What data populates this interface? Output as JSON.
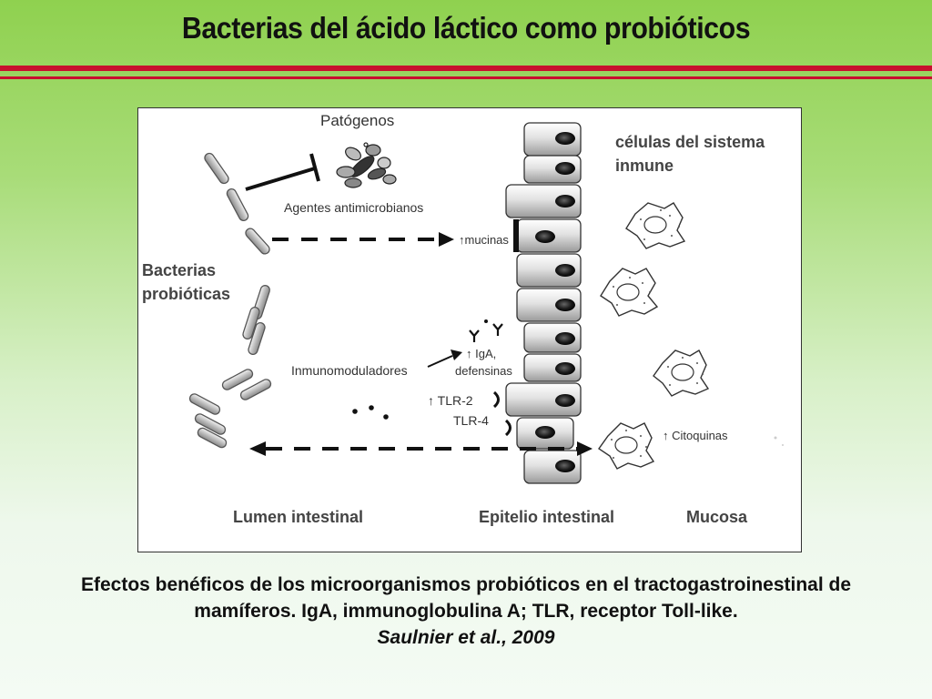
{
  "slide": {
    "title": "Bacterias del ácido láctico como probióticos",
    "accent_color": "#c8102e"
  },
  "figure": {
    "labels": {
      "pathogens": "Patógenos",
      "antimicrobial_agents": "Agentes antimicrobianos",
      "mucins": "↑mucinas",
      "probiotic_bacteria_line1": "Bacterias",
      "probiotic_bacteria_line2": "probióticas",
      "immune_cells_line1": "células del sistema",
      "immune_cells_line2": "inmune",
      "immunomodulators": "Inmunomoduladores",
      "iga_line1": "↑ IgA,",
      "iga_line2": "defensinas",
      "tlr2": "↑ TLR-2",
      "tlr4": "TLR-4",
      "cytokines": "↑  Citoquinas",
      "lumen": "Lumen intestinal",
      "epithelium": "Epitelio intestinal",
      "mucosa": "Mucosa"
    }
  },
  "caption": {
    "text": "Efectos benéficos de los microorganismos probióticos en el tractogastroinestinal de mamíferos. IgA,  immunoglobulina A; TLR, receptor Toll-like.",
    "citation": "Saulnier et al., 2009"
  }
}
